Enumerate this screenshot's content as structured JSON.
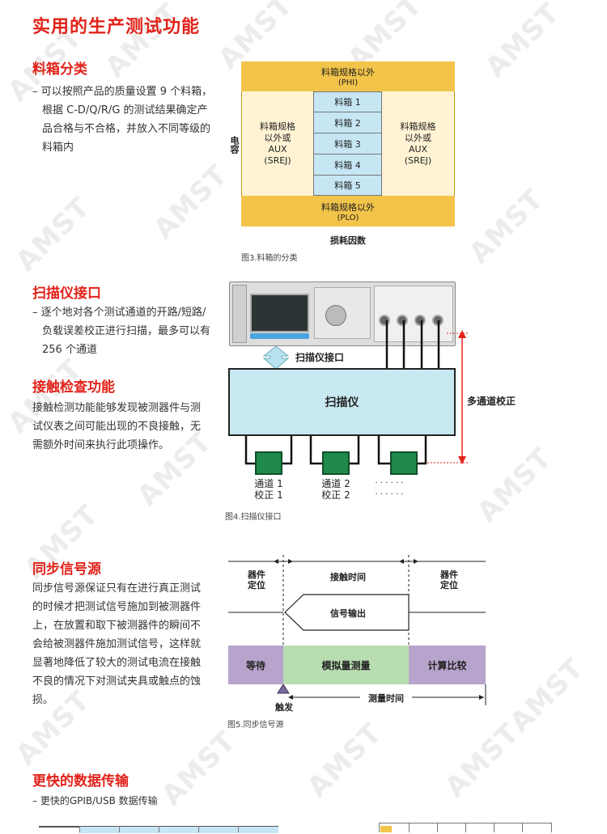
{
  "page_title": "实用的生产测试功能",
  "bin": {
    "heading": "料箱分类",
    "text": "– 可以按照产品的质量设置 9 个料箱，根据 C-D/Q/R/G 的测试结果确定产品合格与不合格，并放入不同等级的料箱内",
    "phi_l1": "料箱规格以外",
    "phi_l2": "(PHI)",
    "plo_l1": "料箱规格以外",
    "plo_l2": "(PLO)",
    "left_l1": "料箱规格",
    "left_l2": "以外或",
    "left_l3": "AUX",
    "left_l4": "(SREJ)",
    "right_l1": "料箱规格",
    "right_l2": "以外或",
    "right_l3": "AUX",
    "right_l4": "(SREJ)",
    "bins": [
      "料箱 1",
      "料箱 2",
      "料箱 3",
      "料箱 4",
      "料箱 5"
    ],
    "y_axis": "电容",
    "x_axis": "损耗因数",
    "caption": "图3.料箱的分类"
  },
  "scanner": {
    "heading": "扫描仪接口",
    "text": "– 逐个地对各个测试通道的开路/短路/负载误差校正进行扫描，最多可以有 256 个通道",
    "interface_label": "扫描仪接口",
    "scanner_label": "扫描仪",
    "multi_label": "多通道校正",
    "ch1_l1": "通道 1",
    "ch1_l2": "校正 1",
    "ch2_l1": "通道 2",
    "ch2_l2": "校正 2",
    "dots": "· · · · · ·",
    "caption": "图4.扫描仪接口"
  },
  "contact": {
    "heading": "接触检查功能",
    "text": "接触检测功能能够发现被测器件与测试仪表之间可能出现的不良接触，无需额外时间来执行此项操作。"
  },
  "sync": {
    "heading": "同步信号源",
    "text": "同步信号源保证只有在进行真正测试的时候才把测试信号施加到被测器件上，在放置和取下被测器件的瞬间不会给被测器件施加测试信号，这样就显著地降低了较大的测试电流在接触不良的情况下对测试夹具或触点的蚀损。",
    "pos_left_l1": "器件",
    "pos_left_l2": "定位",
    "contact_time": "接触时间",
    "pos_right_l1": "器件",
    "pos_right_l2": "定位",
    "signal_out": "信号输出",
    "wait": "等待",
    "analog": "模拟量测量",
    "compute": "计算比较",
    "trigger": "触发",
    "measure_time": "测量时间",
    "caption": "图5.同步信号源"
  },
  "transfer": {
    "heading": "更快的数据传输",
    "text": "– 更快的GPIB/USB 数据传输"
  },
  "colors": {
    "red": "#e2231a",
    "gold": "#f2c44a",
    "light": "#fff3d4",
    "bin_blue": "#c6e6f4",
    "scanner": "#c9e9f2",
    "green": "#b7ddb0",
    "purple": "#b7a4cc"
  }
}
